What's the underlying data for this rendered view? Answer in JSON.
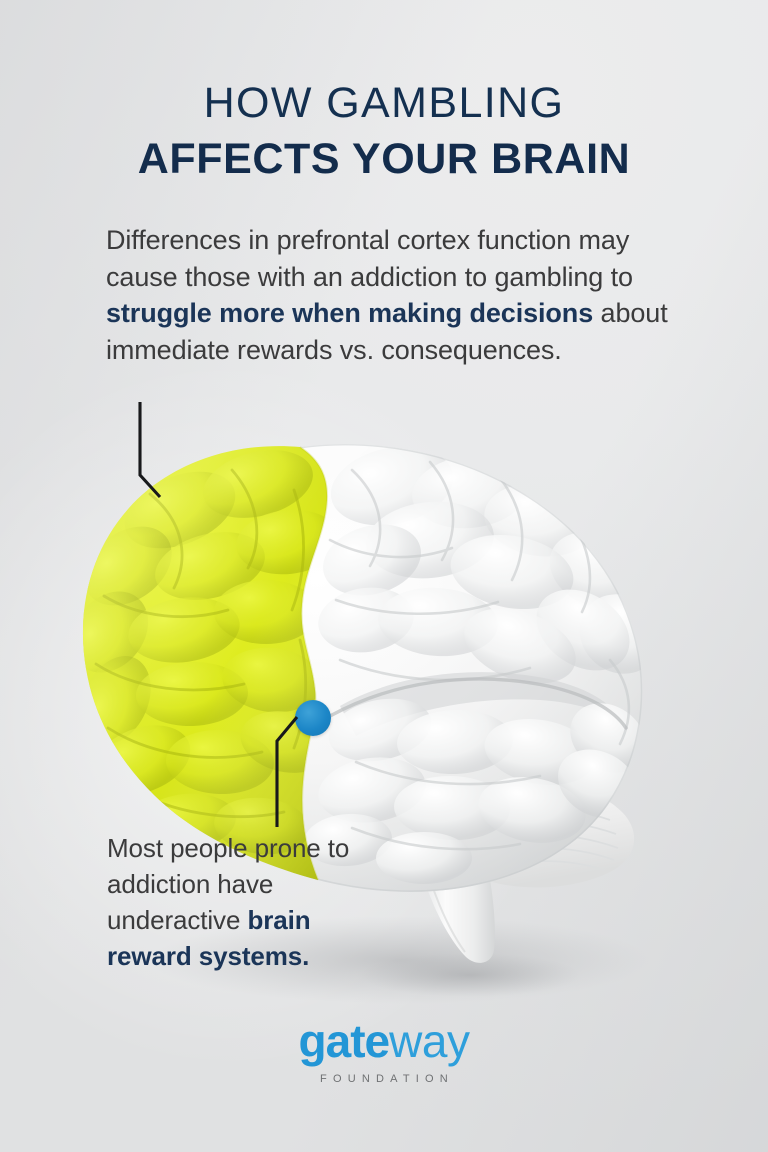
{
  "header": {
    "title_line1": "HOW GAMBLING",
    "title_line2": "AFFECTS YOUR BRAIN",
    "title_color": "#143050"
  },
  "top_callout": {
    "text_part1": "Differences in prefrontal cortex function may cause those with an addiction to gambling to ",
    "text_bold": "struggle more when making decisions",
    "text_part2": " about immediate rewards vs. consequences.",
    "full_text": "Differences in prefrontal cortex function may cause those with an addiction to gambling to struggle more when making decisions about immediate rewards vs. consequences.",
    "body_color": "#3b3b3c",
    "emphasis_color": "#1b3558"
  },
  "bottom_callout": {
    "text_part1": "Most people prone to addiction have underactive ",
    "text_bold": "brain reward systems.",
    "full_text": "Most people prone to addiction have underactive brain reward systems.",
    "body_color": "#3b3b3c",
    "emphasis_color": "#1b3558"
  },
  "illustration": {
    "name": "human-brain-lateral-view",
    "prefrontal_region_color": "#d5e31b",
    "cortex_color": "#f4f4f4",
    "reward_dot_color": "#1c86c7",
    "leader_line_color": "#18191b"
  },
  "logo": {
    "word_bold": "gate",
    "word_light": "way",
    "subtitle": "FOUNDATION",
    "brand_color": "#2396d6",
    "subtitle_color": "#6f7173"
  },
  "background": {
    "base_color": "#e9eaeb",
    "edge_color": "#d9dadc"
  }
}
